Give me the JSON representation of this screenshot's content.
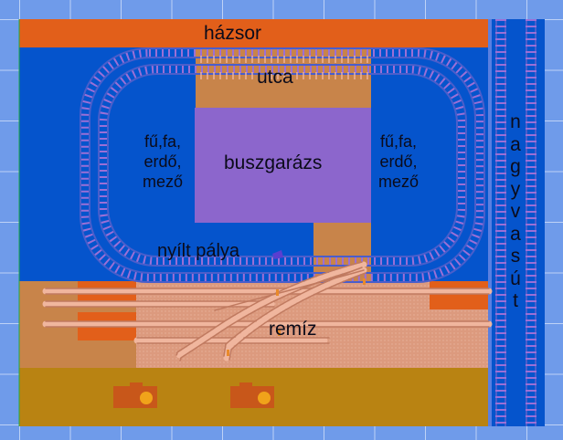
{
  "labels": {
    "row_of_houses": "házsor",
    "street": "utca",
    "bus_garage": "buszgarázs",
    "left_field_line1": "fű,fa,",
    "left_field_line2": "erdő,",
    "left_field_line3": "mező",
    "right_field_line1": "fű,fa,",
    "right_field_line2": "erdő,",
    "right_field_line3": "mező",
    "open_track": "nyílt pálya",
    "depot": "remíz",
    "mainline": [
      "n",
      "a",
      "g",
      "y",
      "v",
      "a",
      "s",
      "ú",
      "t"
    ]
  },
  "colors": {
    "grid_background": "#6f9bea",
    "board_blue": "#0554cc",
    "houses_orange": "#e25f1a",
    "street_brown": "#c8844a",
    "garage_purple": "#8c66cc",
    "depot_salmon": "#dc9a7e",
    "bottom_ochre": "#b98312",
    "track_blue": "#4a5ecb",
    "tie_violet": "#9b6fd6",
    "yard_rail": "#c07a60",
    "yard_tie": "#f0b69e",
    "building_body": "#c8571a",
    "building_light": "#f0a31a"
  },
  "icons": [
    "oval-track-icon",
    "building-icon"
  ]
}
